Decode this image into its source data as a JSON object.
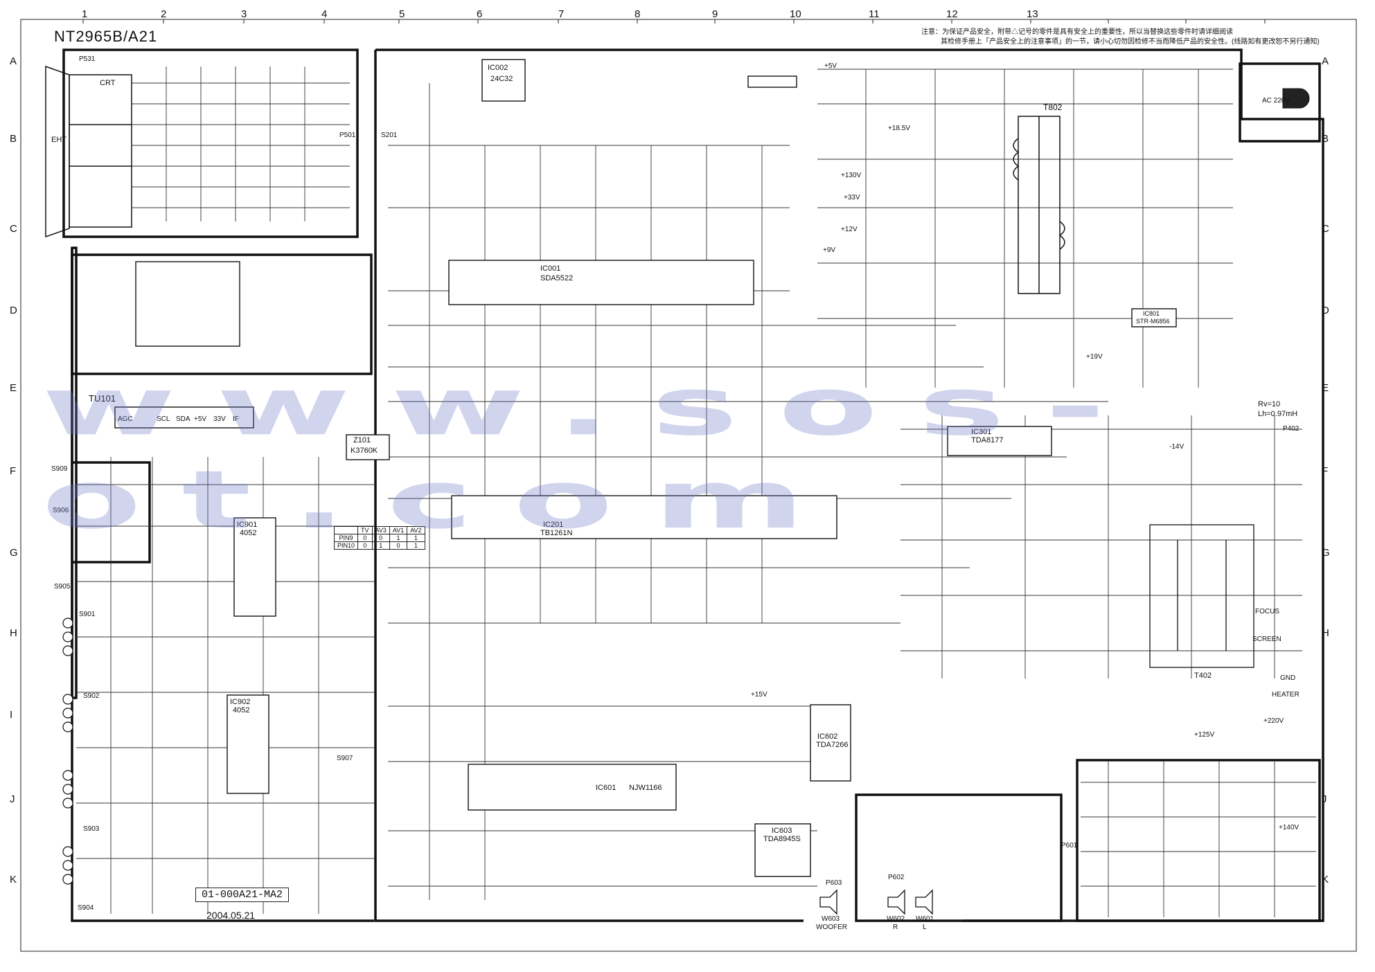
{
  "title": "NT2965B/A21",
  "notes": [
    "注意：为保证产品安全，附带△记号的零件是具有安全上的重要性，所以当替换这些零件时请详细阅读",
    "其检修手册上「产品安全上的注意事项」的一节，请小心切勿因检修不当而降低产品的安全性。(线路如有更改恕不另行通知)"
  ],
  "grid": {
    "columns": [
      "1",
      "2",
      "3",
      "4",
      "5",
      "6",
      "7",
      "8",
      "9",
      "10",
      "11",
      "12",
      "13"
    ],
    "rows": [
      "A",
      "B",
      "C",
      "D",
      "E",
      "F",
      "G",
      "H",
      "I",
      "J",
      "K"
    ]
  },
  "doc_number": "01-000A21-MA2",
  "date": "2004.05.21",
  "watermark": "www.sos-ot.com",
  "ics": {
    "ic002": {
      "ref": "IC002",
      "part": "24C32"
    },
    "ic001": {
      "ref": "IC001",
      "part": "SDA5522"
    },
    "ic201": {
      "ref": "IC201",
      "part": "TB1261N"
    },
    "ic301": {
      "ref": "IC301",
      "part": "TDA8177"
    },
    "ic901": {
      "ref": "IC901",
      "part": "4052"
    },
    "ic902": {
      "ref": "IC902",
      "part": "4052"
    },
    "ic601": {
      "ref": "IC601",
      "part": "NJW1166"
    },
    "ic602": {
      "ref": "IC602",
      "part": "TDA7266"
    },
    "ic603": {
      "ref": "IC603",
      "part": "TDA8945S"
    },
    "ic801": {
      "ref": "IC801",
      "part": "STR-M6856"
    },
    "z101": {
      "ref": "Z101",
      "part": "K3760K"
    },
    "tu101": {
      "ref": "TU101",
      "part": ""
    },
    "t802": {
      "ref": "T802",
      "part": ""
    },
    "t402": {
      "ref": "T402",
      "part": ""
    }
  },
  "tuner_pins": [
    "AGC",
    "",
    "SCL",
    "SDA",
    "+5V",
    "33V",
    "IF"
  ],
  "connectors": {
    "p501": "P501",
    "s201": "S201",
    "p531": "P531",
    "p402": "P402",
    "p601": "P601",
    "p602": "P602",
    "p603": "P603",
    "s905": "S905",
    "s906": "S906",
    "s901": "S901",
    "s902": "S902",
    "s903": "S903",
    "s904": "S904",
    "s907": "S907",
    "s909": "S909"
  },
  "speakers": [
    {
      "ref": "W602",
      "label": "R"
    },
    {
      "ref": "W601",
      "label": "L"
    },
    {
      "ref": "W603",
      "label": "WOOFER"
    }
  ],
  "crt_labels": [
    "CRT",
    "EHT",
    "FOCUS",
    "SCREEN",
    "GND",
    "HEATER"
  ],
  "supply_labels": [
    "+5V",
    "+9V",
    "+12V",
    "+15V",
    "+33V",
    "+130V",
    "+125V",
    "+140V",
    "-14V",
    "+19V",
    "+18.5V",
    "+220V",
    "AC 220V"
  ],
  "deflection_note": {
    "rv": "Rv=10",
    "lh": "Lh=0.97mH"
  },
  "pin_table": {
    "headers": [
      "TV",
      "AV3",
      "AV1",
      "AV2"
    ],
    "rows": [
      {
        "label": "PIN9",
        "values": [
          "0",
          "0",
          "1",
          "1"
        ]
      },
      {
        "label": "PIN10",
        "values": [
          "0",
          "1",
          "0",
          "1"
        ]
      }
    ]
  },
  "colors": {
    "line": "#111111",
    "watermark": "#6e78c8"
  }
}
